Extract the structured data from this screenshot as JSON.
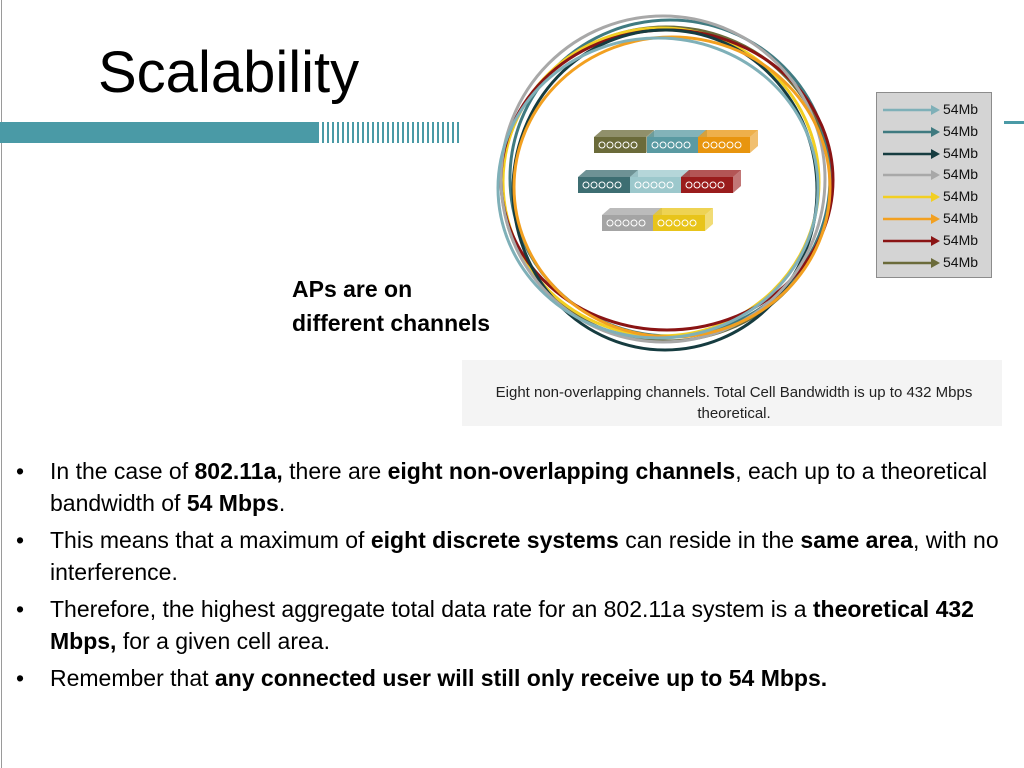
{
  "slide": {
    "title": "Scalability",
    "ap_label_line1": "APs are on",
    "ap_label_line2": "different channels",
    "caption": "Eight non-overlapping channels. Total Cell Bandwidth is up to 432 Mbps theoretical."
  },
  "legend": {
    "items": [
      {
        "label": "54Mb",
        "color": "#7fb0b8"
      },
      {
        "label": "54Mb",
        "color": "#3f7a80"
      },
      {
        "label": "54Mb",
        "color": "#163c40"
      },
      {
        "label": "54Mb",
        "color": "#a8a8a8"
      },
      {
        "label": "54Mb",
        "color": "#f2cf22"
      },
      {
        "label": "54Mb",
        "color": "#f2a020"
      },
      {
        "label": "54Mb",
        "color": "#8a1414"
      },
      {
        "label": "54Mb",
        "color": "#6b6b3a"
      }
    ]
  },
  "access_points": [
    {
      "color": "#6b6b3a"
    },
    {
      "color": "#5a9aa2"
    },
    {
      "color": "#e8950f"
    },
    {
      "color": "#3d6e72"
    },
    {
      "color": "#9cc8cc"
    },
    {
      "color": "#9a1c1c"
    },
    {
      "color": "#a4a4a4"
    },
    {
      "color": "#e8c41a"
    }
  ],
  "bullets": {
    "b1": {
      "t1": "In the case of ",
      "b1": "802.11a,",
      "t2": " there are ",
      "b2": "eight non-overlapping channels",
      "t3": ", each up to a theoretical bandwidth of ",
      "b3": "54 Mbps",
      "t4": "."
    },
    "b2": {
      "t1": "This means that a maximum of ",
      "b1": "eight discrete systems",
      "t2": " can reside in the ",
      "b2": "same area",
      "t3": ", with no interference."
    },
    "b3": {
      "t1": "Therefore, the highest aggregate total data rate for an 802.11a system is a ",
      "b1": "theoretical 432 Mbps,",
      "t2": " for a given cell area."
    },
    "b4": {
      "t1": "Remember that ",
      "b1": "any connected user will still only receive up to 54 Mbps."
    }
  },
  "bullet_symbol": "•"
}
